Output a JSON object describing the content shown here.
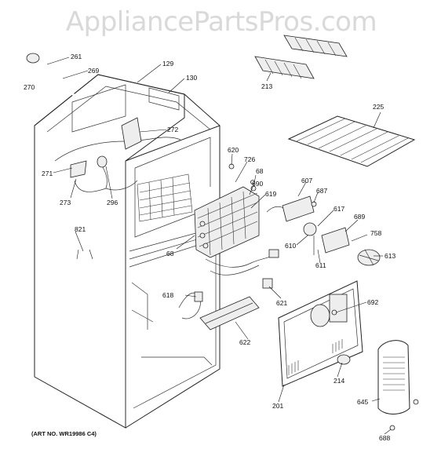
{
  "watermark": "AppliancePartsPros.com",
  "art_number": "(ART NO. WR19986 C4)",
  "callouts": [
    {
      "id": "261",
      "text": "261"
    },
    {
      "id": "269",
      "text": "269"
    },
    {
      "id": "270",
      "text": "270"
    },
    {
      "id": "129",
      "text": "129"
    },
    {
      "id": "130",
      "text": "130"
    },
    {
      "id": "213",
      "text": "213"
    },
    {
      "id": "225",
      "text": "225"
    },
    {
      "id": "272",
      "text": "272"
    },
    {
      "id": "271",
      "text": "271"
    },
    {
      "id": "273",
      "text": "273"
    },
    {
      "id": "296",
      "text": "296"
    },
    {
      "id": "620",
      "text": "620"
    },
    {
      "id": "726",
      "text": "726"
    },
    {
      "id": "68a",
      "text": "68"
    },
    {
      "id": "690",
      "text": "690"
    },
    {
      "id": "619",
      "text": "619"
    },
    {
      "id": "607",
      "text": "607"
    },
    {
      "id": "687",
      "text": "687"
    },
    {
      "id": "617",
      "text": "617"
    },
    {
      "id": "689",
      "text": "689"
    },
    {
      "id": "758",
      "text": "758"
    },
    {
      "id": "613",
      "text": "613"
    },
    {
      "id": "610",
      "text": "610"
    },
    {
      "id": "611",
      "text": "611"
    },
    {
      "id": "821",
      "text": "821"
    },
    {
      "id": "68b",
      "text": "68"
    },
    {
      "id": "618",
      "text": "618"
    },
    {
      "id": "621",
      "text": "621"
    },
    {
      "id": "692",
      "text": "692"
    },
    {
      "id": "622",
      "text": "622"
    },
    {
      "id": "214",
      "text": "214"
    },
    {
      "id": "201",
      "text": "201"
    },
    {
      "id": "645",
      "text": "645"
    },
    {
      "id": "688",
      "text": "688"
    }
  ]
}
